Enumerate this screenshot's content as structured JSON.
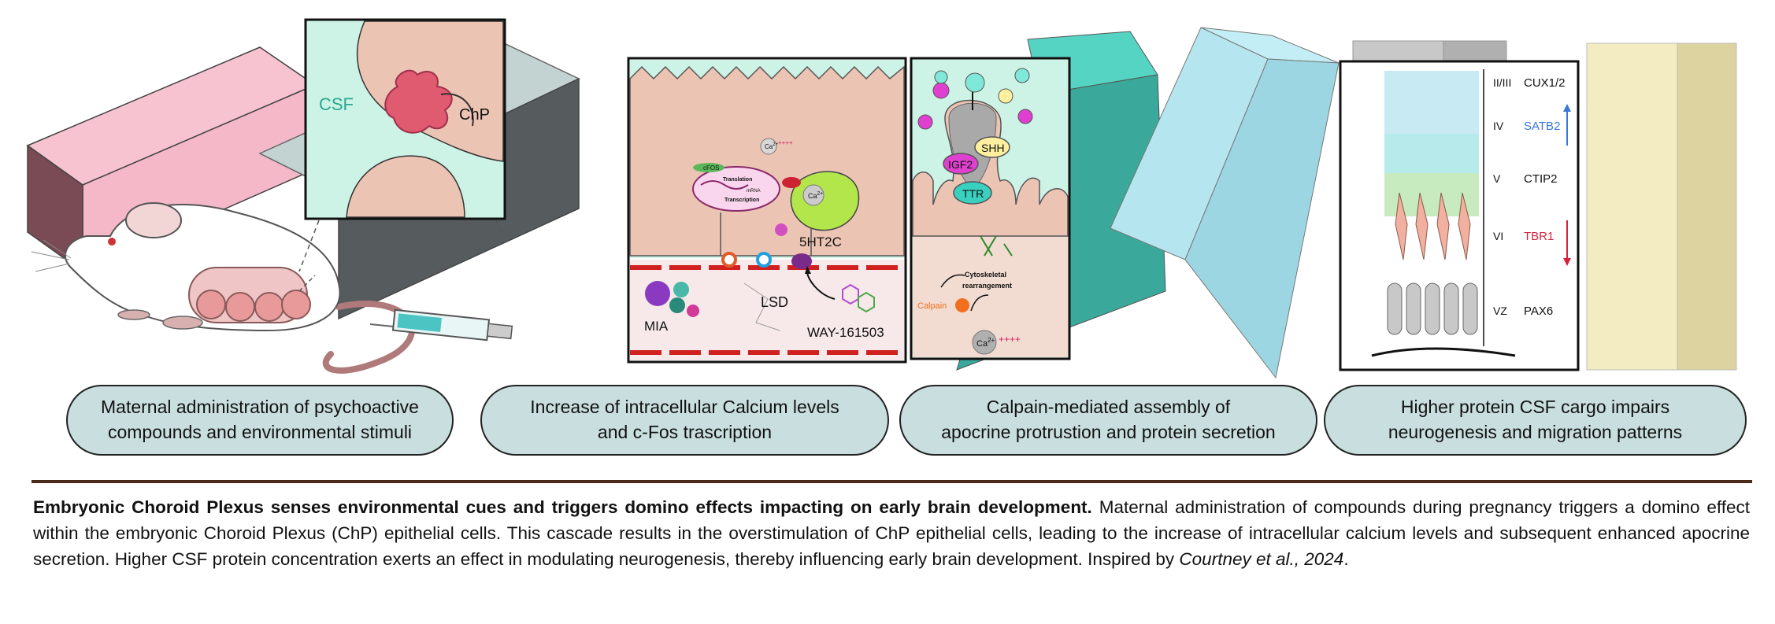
{
  "panel1": {
    "csf_label": "CSF",
    "chp_label": "ChP"
  },
  "panel2": {
    "receptor_label": "5HT2C",
    "mia_label": "MIA",
    "lsd_label": "LSD",
    "way_label": "WAY-161503",
    "cfos_label": "cFOS",
    "translation_label": "Translation",
    "mrna_label": "mRNA",
    "transcription_label": "Transcription",
    "ca_label": "Ca",
    "ca_sup": "2+",
    "ca_plus": "++++"
  },
  "panel3": {
    "shh_label": "SHH",
    "igf2_label": "IGF2",
    "ttr_label": "TTR",
    "cytoskeletal_line1": "Cytoskeletal",
    "cytoskeletal_line2": "rearrangement",
    "calpain_label": "Calpain",
    "ca_label": "Ca",
    "ca_sup": "2+",
    "ca_plus": "++++"
  },
  "panel4": {
    "layers": [
      {
        "layer": "II/III",
        "marker": "CUX1/2",
        "color": "#111111"
      },
      {
        "layer": "IV",
        "marker": "SATB2",
        "color": "#3a78d6"
      },
      {
        "layer": "V",
        "marker": "CTIP2",
        "color": "#111111"
      },
      {
        "layer": "VI",
        "marker": "TBR1",
        "color": "#d8213c"
      },
      {
        "layer": "VZ",
        "marker": "PAX6",
        "color": "#111111"
      }
    ]
  },
  "steps": [
    {
      "line1": "Maternal administration of psychoactive",
      "line2": "compounds and environmental stimuli"
    },
    {
      "line1": "Increase of intracellular Calcium levels",
      "line2": "and c-Fos trascription"
    },
    {
      "line1": "Calpain-mediated assembly of",
      "line2": "apocrine protrustion and protein secretion"
    },
    {
      "line1": "Higher protein CSF cargo impairs",
      "line2": "neurogenesis and migration patterns"
    }
  ],
  "caption": {
    "bold": "Embryonic Choroid Plexus senses environmental cues and triggers domino effects impacting on early brain development.",
    "text": " Maternal administration of compounds during pregnancy triggers a domino effect within the embryonic Choroid Plexus (ChP) epithelial cells. This cascade results in the overstimulation of ChP epithelial cells, leading to the increase of intracellular calcium levels and subsequent enhanced apocrine secretion. Higher CSF protein concentration exerts an effect in modulating neurogenesis, thereby influencing early brain development. Inspired by ",
    "italic": "Courtney et al., 2024",
    "end": "."
  },
  "colors": {
    "pink_block": "#f5b8c8",
    "dark_block": "#5a5f61",
    "teal_block": "#3aa89a",
    "lightblue_block": "#a6dde9",
    "cream_block": "#f0e8b8",
    "step_box": "#c9dedf",
    "csf": "#cdf3e6",
    "tissue": "#ecc4b4",
    "chp": "#e05a70",
    "divider": "#4a2a1a"
  }
}
